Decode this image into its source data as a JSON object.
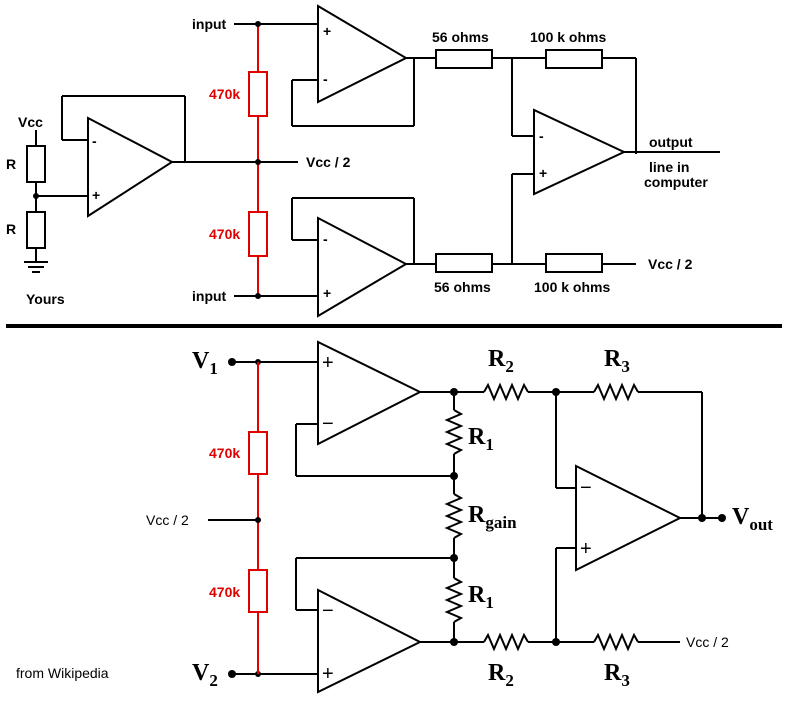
{
  "top": {
    "input_top": "input",
    "input_bottom": "input",
    "vcc": "Vcc",
    "r_upper": "R",
    "r_lower": "R",
    "buffer_plus": "+",
    "buffer_minus": "-",
    "yours": "Yours",
    "vcc_half_mid": "Vcc / 2",
    "vcc_half_right": "Vcc / 2",
    "red_res_upper": "470k",
    "red_res_lower": "470k",
    "op1_plus": "+",
    "op1_minus": "-",
    "op2_plus": "+",
    "op2_minus": "-",
    "op3_plus": "+",
    "op3_minus": "-",
    "r56_top": "56 ohms",
    "r56_bottom": "56 ohms",
    "r100k_top": "100 k ohms",
    "r100k_bottom": "100 k ohms",
    "output": "output",
    "line_in": "line in",
    "computer": "computer"
  },
  "bottom": {
    "v1": "V",
    "v1_sub": "1",
    "v2": "V",
    "v2_sub": "2",
    "vout": "V",
    "vout_sub": "out",
    "vcc_half_left": "Vcc / 2",
    "vcc_half_right": "Vcc / 2",
    "red_res_upper": "470k",
    "red_res_lower": "470k",
    "r1_upper": "R",
    "r1_upper_sub": "1",
    "r1_lower": "R",
    "r1_lower_sub": "1",
    "rgain": "R",
    "rgain_sub": "gain",
    "r2_top": "R",
    "r2_top_sub": "2",
    "r2_bottom": "R",
    "r2_bottom_sub": "2",
    "r3_top": "R",
    "r3_top_sub": "3",
    "r3_bottom": "R",
    "r3_bottom_sub": "3",
    "op1_plus": "+",
    "op1_minus": "−",
    "op2_plus": "+",
    "op2_minus": "−",
    "op3_plus": "+",
    "op3_minus": "−",
    "source": "from Wikipedia"
  }
}
